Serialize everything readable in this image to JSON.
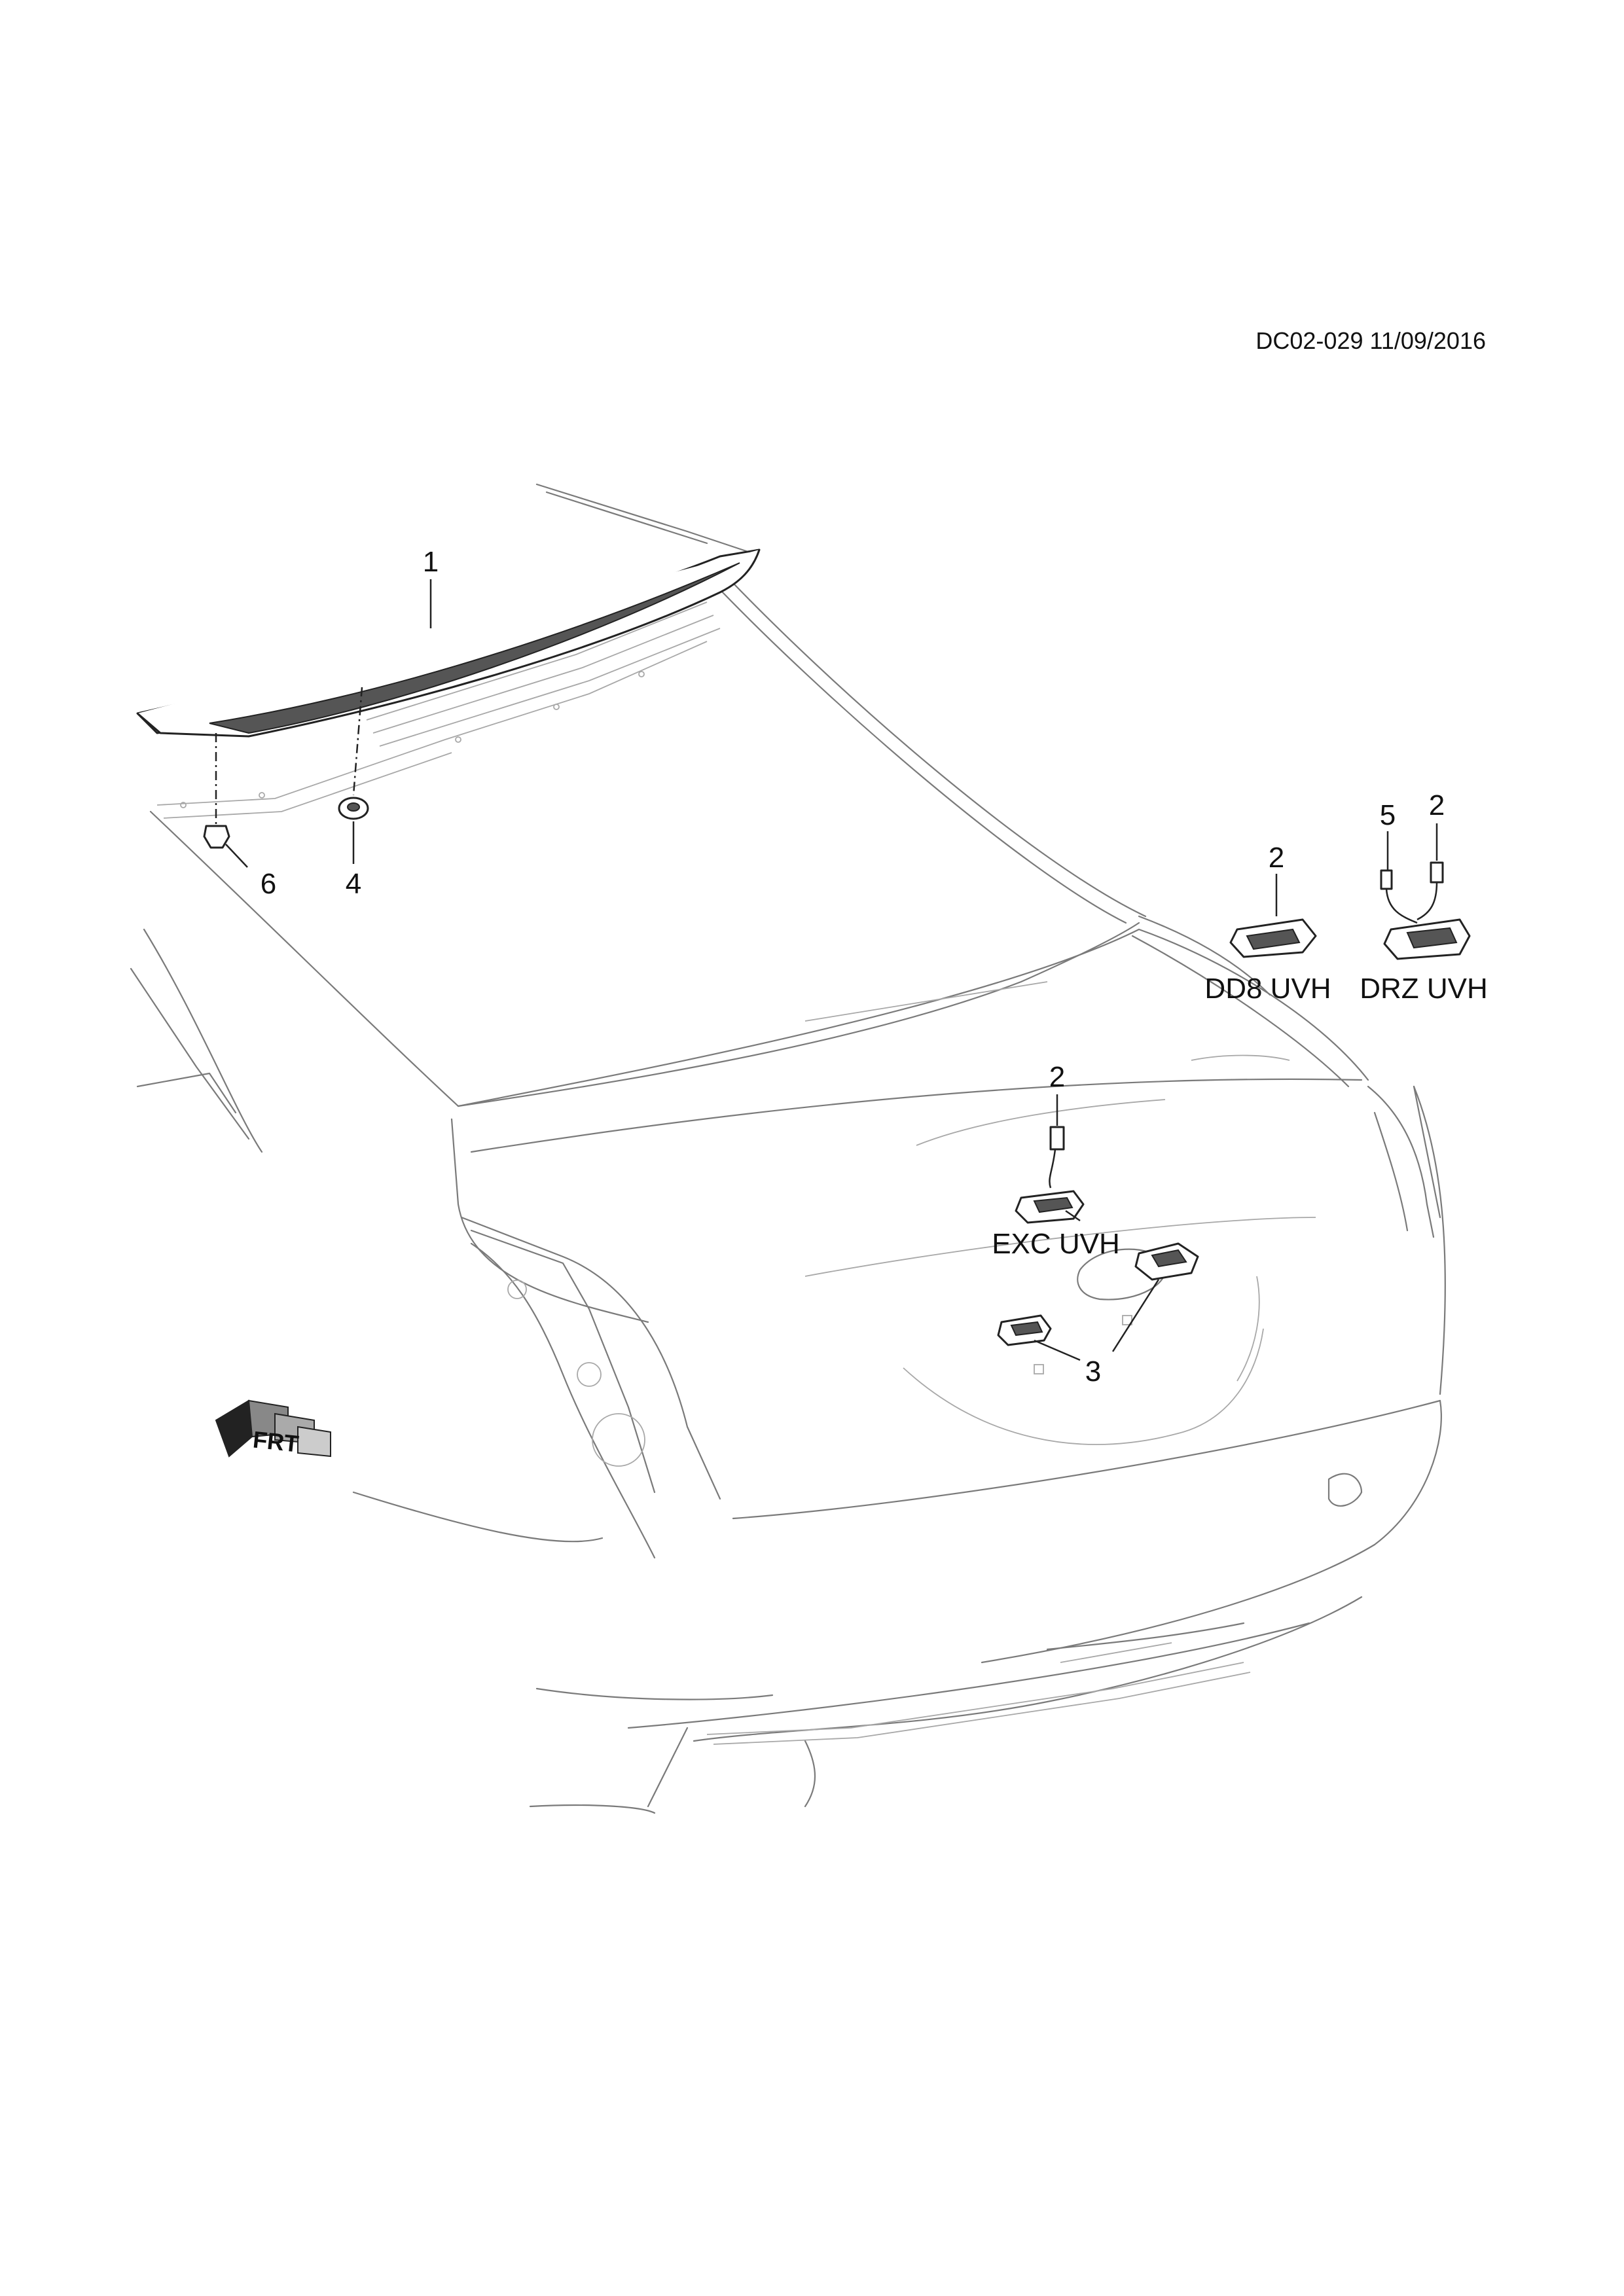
{
  "header": {
    "drawing_code": "DC02-029 11/09/2016"
  },
  "callouts": {
    "spoiler": "1",
    "lamp_dd8": "2",
    "lamp_drz": "2",
    "lamp_exc": "2",
    "plate_lamp": "3",
    "fastener_4": "4",
    "harness_5": "5",
    "fastener_6": "6"
  },
  "options": {
    "dd8": "DD8 UVH",
    "drz": "DRZ UVH",
    "exc": "EXC UVH"
  },
  "logo": {
    "text": "FRT"
  }
}
